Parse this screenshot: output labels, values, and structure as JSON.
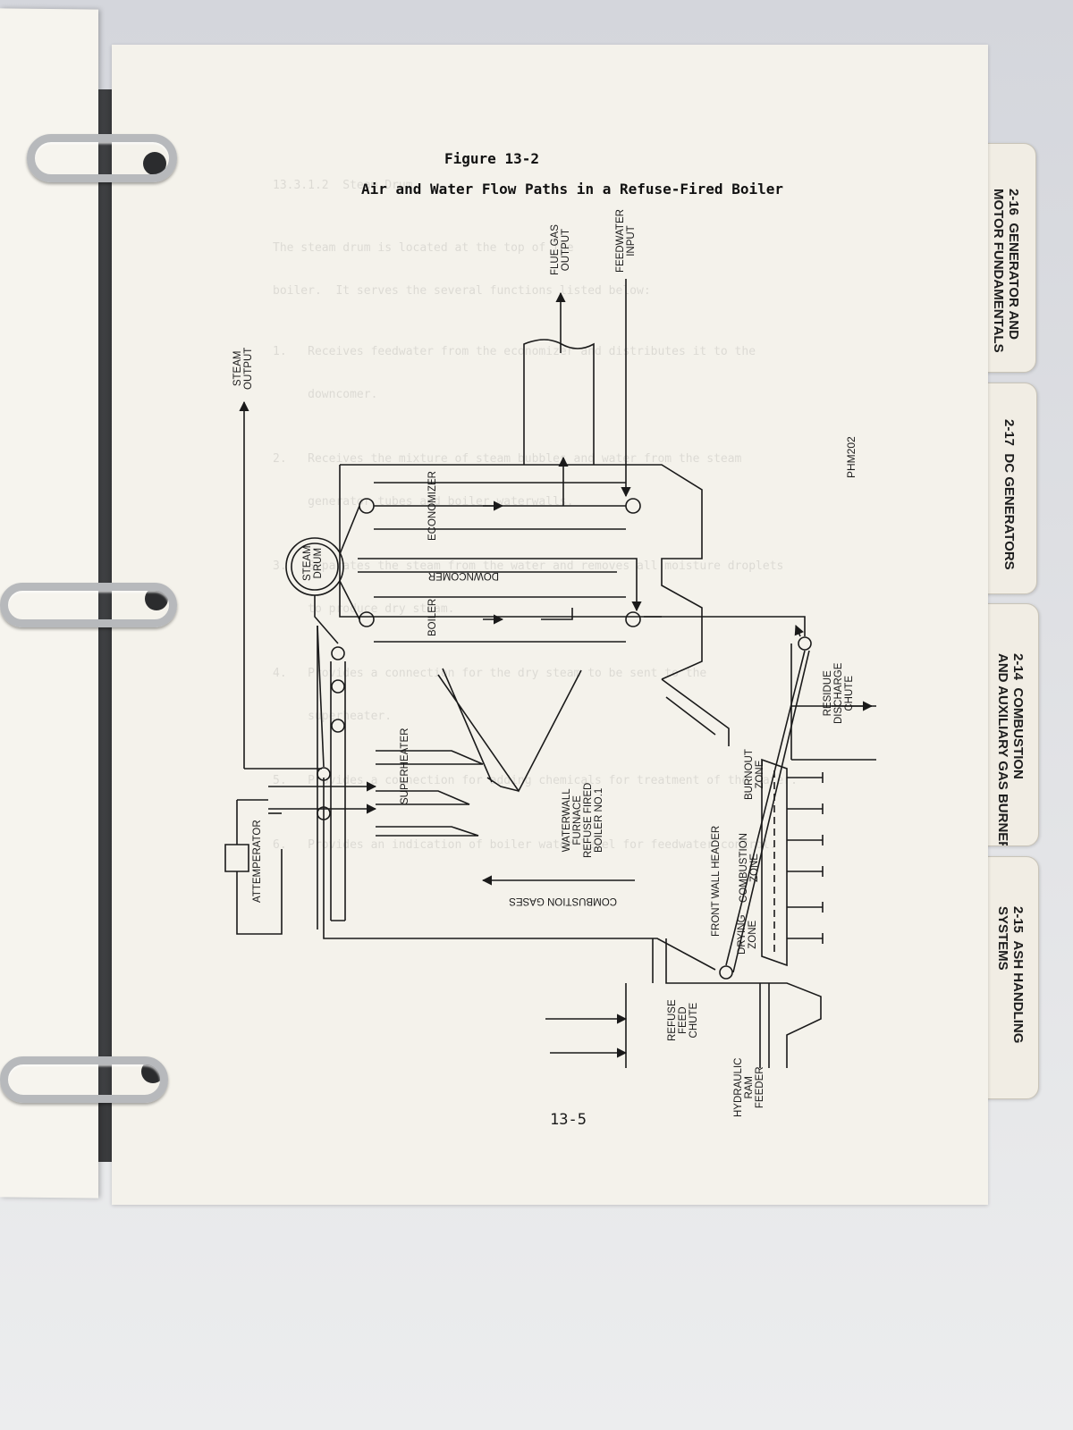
{
  "figure": {
    "number": "Figure 13-2",
    "title": "Air and Water Flow Paths in a Refuse-Fired Boiler",
    "code": "PHM202",
    "page_number": "13-5"
  },
  "labels": {
    "steam_output": "STEAM\nOUTPUT",
    "flue_gas_output": "FLUE GAS\nOUTPUT",
    "feedwater_input": "FEEDWATER\nINPUT",
    "steam_drum": "STEAM\nDRUM",
    "economizer": "ECONOMIZER",
    "downcomer": "DOWNCOMER",
    "boiler": "BOILER",
    "superheater": "SUPERHEATER",
    "attemperator": "ATTEMPERATOR",
    "waterwall_furnace": "WATERWALL\nFURNACE\nREFUSE FIRED\nBOILER NO.1",
    "combustion_gases": "COMBUSTION GASES",
    "front_wall_header": "FRONT WALL HEADER",
    "drying_zone": "DRYING\nZONE",
    "combustion_zone": "COMBUSTION\nZONE",
    "burnout_zone": "BURNOUT\nZONE",
    "residue_discharge_chute": "RESIDUE\nDISCHARGE\nCHUTE",
    "refuse_feed_chute": "REFUSE\nFEED\nCHUTE",
    "hydraulic_ram_feeder": "HYDRAULIC\nRAM\nFEEDER"
  },
  "tabs": [
    {
      "number": "2-16",
      "title": "GENERATOR AND",
      "subtitle": "MOTOR FUNDAMENTALS"
    },
    {
      "number": "2-17",
      "title": "DC GENERATORS",
      "subtitle": ""
    },
    {
      "number": "2-14",
      "title": "COMBUSTION",
      "subtitle": "AND AUXILIARY GAS BURNERS"
    },
    {
      "number": "2-15",
      "title": "ASH HANDLING",
      "subtitle": "SYSTEMS"
    }
  ],
  "bleed_through": [
    "13.3.1.2  Steam Drum",
    "The steam drum is located at the top of the",
    "boiler.  It serves the several functions listed below:",
    "1.   Receives feedwater from the economizer and distributes it to the",
    "     downcomer.",
    "2.   Receives the mixture of steam bubbles and water from the steam",
    "     generator tubes and boiler waterwalls.",
    "3.   Separates the steam from the water and removes all moisture droplets",
    "     to produce dry steam.",
    "4.   Provides a connection for the dry steam to be sent to the",
    "     superheater.",
    "5.   Provides a connection for adding chemicals for treatment of the water.",
    "6.   Provides an indication of boiler water level for feedwater control."
  ],
  "colors": {
    "ink": "#1a1a1a",
    "paper": "#f4f2eb",
    "tab": "#f1ede4",
    "ring": "#b7b9bc"
  }
}
